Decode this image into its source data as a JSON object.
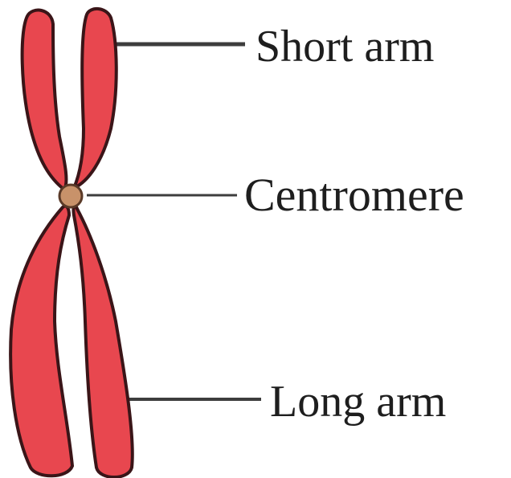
{
  "colors": {
    "chromatid_fill": "#e8474f",
    "chromatid_outline": "#3a1518",
    "centromere_fill": "#c8926a",
    "leader_line": "#3d3d3d",
    "label_text": "#1e1e1e",
    "background": "#ffffff"
  },
  "labels": {
    "short_arm": "Short arm",
    "centromere": "Centromere",
    "long_arm": "Long arm"
  }
}
